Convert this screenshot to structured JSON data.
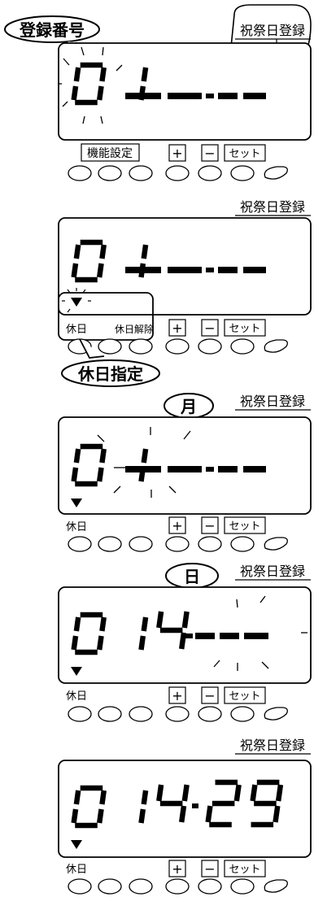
{
  "panels": [
    {
      "top_label": "祝祭日登録",
      "top_label_circled": true,
      "callout_label": "登録番号",
      "display": {
        "code": "01",
        "month": "",
        "day": ""
      },
      "holiday_marker": false,
      "buttons": {
        "function": "機能設定",
        "plus": "+",
        "minus": "−",
        "set": "セット"
      }
    },
    {
      "top_label": "祝祭日登録",
      "top_label_circled": false,
      "display": {
        "code": "01",
        "month": "",
        "day": ""
      },
      "holiday_marker": true,
      "buttons": {
        "holiday": "休日",
        "holiday_cancel": "休日解除",
        "plus": "+",
        "minus": "−",
        "set": "セット"
      },
      "bottom_callout": "休日指定"
    },
    {
      "top_label": "祝祭日登録",
      "top_label_circled": false,
      "callout_label": "月",
      "display": {
        "code": "01",
        "month": "",
        "day": ""
      },
      "holiday_marker": true,
      "buttons": {
        "holiday": "休日",
        "plus": "+",
        "minus": "−",
        "set": "セット"
      }
    },
    {
      "top_label": "祝祭日登録",
      "top_label_circled": false,
      "callout_label": "日",
      "display": {
        "code": "01",
        "month": "4",
        "day": ""
      },
      "holiday_marker": true,
      "buttons": {
        "holiday": "休日",
        "plus": "+",
        "minus": "−",
        "set": "セット"
      }
    },
    {
      "top_label": "祝祭日登録",
      "top_label_circled": false,
      "display": {
        "code": "01",
        "month": "4",
        "day": "29"
      },
      "holiday_marker": true,
      "buttons": {
        "holiday": "休日",
        "plus": "+",
        "minus": "−",
        "set": "セット"
      }
    }
  ]
}
